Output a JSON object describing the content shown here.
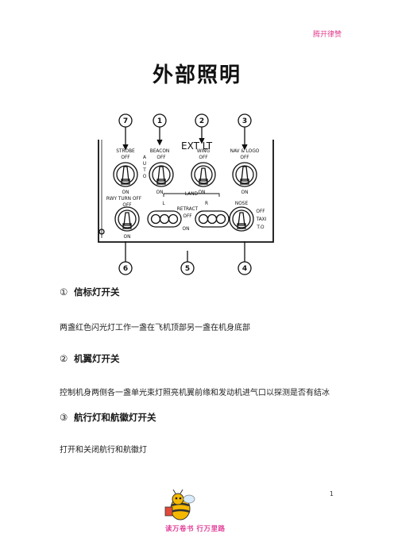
{
  "header": {
    "tag": "腾开律赞"
  },
  "page": {
    "title": "外部照明",
    "number": "1"
  },
  "panel": {
    "title": "EXT LT",
    "callouts": [
      "7",
      "1",
      "2",
      "3",
      "6",
      "5",
      "4"
    ],
    "strobe": {
      "label": "STROBE",
      "off": "OFF",
      "on": "ON"
    },
    "auto_label": [
      "A",
      "U",
      "T",
      "O"
    ],
    "beacon": {
      "label": "BEACON",
      "off": "OFF",
      "on": "ON"
    },
    "wing": {
      "label": "WING",
      "off": "OFF",
      "on": "ON"
    },
    "nav_logo": {
      "label": "NAV & LOGO",
      "off": "OFF",
      "on": "ON"
    },
    "rwy_turn": {
      "label": "RWY TURN OFF",
      "off": "OFF",
      "on": "ON"
    },
    "land": {
      "label": "LAND",
      "left": "L",
      "right": "R",
      "retract": "RETRACT",
      "off": "OFF",
      "on": "ON"
    },
    "nose": {
      "label": "NOSE",
      "off": "OFF",
      "taxi": "TAXI",
      "to": "T.O"
    }
  },
  "sections": [
    {
      "number": "①",
      "heading": "信标灯开关",
      "text": "两盏红色闪光灯工作一盏在飞机顶部另一盏在机身底部"
    },
    {
      "number": "②",
      "heading": "机翼灯开关",
      "text": "控制机身两侧各一盏单光束灯照亮机翼前缘和发动机进气口以探测是否有结冰"
    },
    {
      "number": "③",
      "heading": "航行灯和航徽灯开关",
      "text": "打开和关闭航行和航徽灯"
    }
  ],
  "footer": {
    "slogan": "读万卷书  行万里路"
  },
  "colors": {
    "accent": "#e0408f",
    "bee_yellow": "#f5b800",
    "text": "#1a1a1a"
  }
}
